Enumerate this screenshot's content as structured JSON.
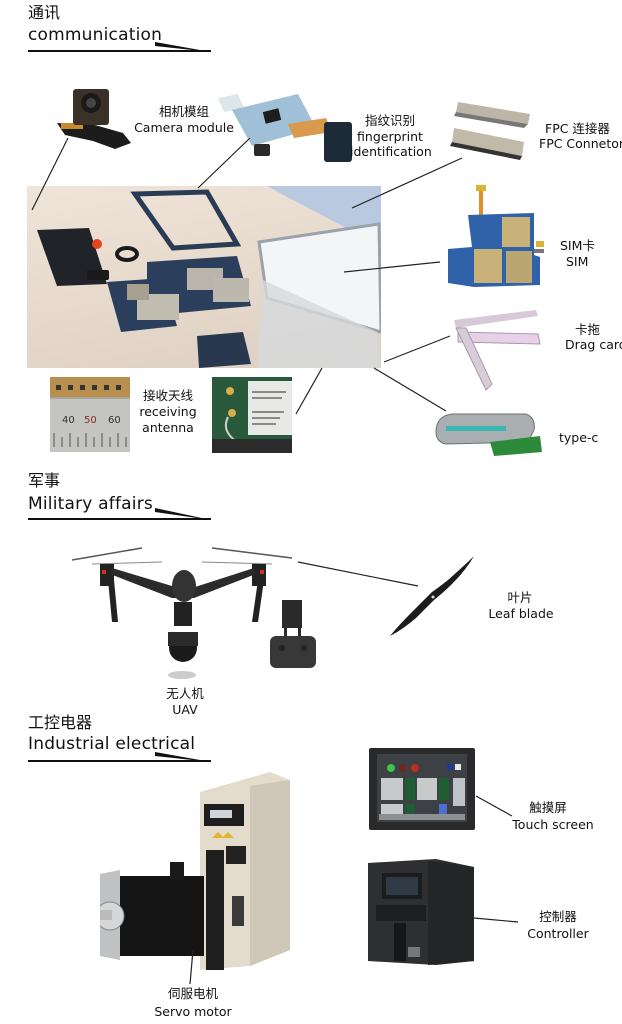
{
  "sections": {
    "communication": {
      "title_cn": "通讯",
      "title_en": "communication"
    },
    "military": {
      "title_cn": "军事",
      "title_en": "Military affairs"
    },
    "industrial": {
      "title_cn": "工控电器",
      "title_en": "Industrial electrical"
    }
  },
  "labels": {
    "camera": {
      "cn": "相机模组",
      "en": "Camera module"
    },
    "fingerprint": {
      "cn": "指纹识别",
      "en1": "fingerprint",
      "en2": "identification"
    },
    "fpc": {
      "cn": "FPC 连接器",
      "en": "FPC Connetor"
    },
    "sim": {
      "cn": "SIM卡",
      "en": "SIM"
    },
    "drag": {
      "cn": "卡拖",
      "en": "Drag card"
    },
    "typec": {
      "en": "type-c"
    },
    "antenna": {
      "cn": "接收天线",
      "en1": "receiving",
      "en2": "antenna"
    },
    "uav": {
      "cn": "无人机",
      "en": "UAV"
    },
    "blade": {
      "cn": "叶片",
      "en": "Leaf blade"
    },
    "touch": {
      "cn": "触摸屏",
      "en": "Touch screen"
    },
    "controller": {
      "cn": "控制器",
      "en": "Controller"
    },
    "servo": {
      "cn": "伺服电机",
      "en": "Servo motor"
    }
  },
  "ruler": {
    "ticks": [
      "40",
      "50",
      "60"
    ]
  },
  "colors": {
    "ink": "#111111",
    "pcb_blue": "#2a5f9e",
    "pcb_green": "#2f7a3a",
    "drive_beige": "#e6dfcf",
    "bg_table": "#e8ddd0"
  }
}
